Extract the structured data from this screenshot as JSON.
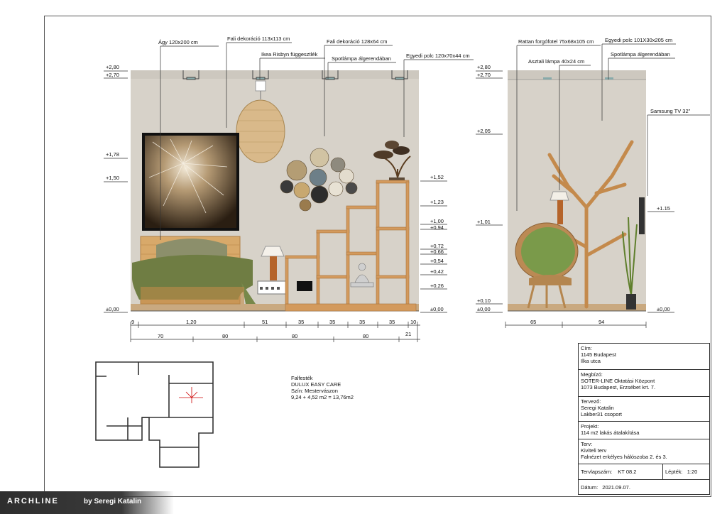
{
  "labels": {
    "agy": "Ágy 120x200 cm",
    "fali1": "Fali dekoráció 113x113 cm",
    "ikea": "Ikea Risbyn függesztlék",
    "fali2": "Fali dekoráció 128x64 cm",
    "spot1": "Spotlámpa álgerendában",
    "polc1": "Egyedi polc 120x70x44 cm",
    "rattan": "Rattan forgófotel 75x68x105 cm",
    "polc2": "Egyedi polc 101X30x205 cm",
    "lampa": "Asztali lámpa 40x24 cm",
    "spot2": "Spotlámpa álgerendában",
    "tv": "Samsung TV 32\""
  },
  "levels_left": [
    "+2,80",
    "+2,70",
    "+1,78",
    "+1,50",
    "±0,00"
  ],
  "levels_mid": [
    "+1,52",
    "+1,23",
    "+1,00",
    "+0,94",
    "+0,72",
    "+0,66",
    "+0,54",
    "+0,42",
    "+0,26",
    "±0,00"
  ],
  "levels_right_left": [
    "+2,80",
    "+2,70",
    "+2,05",
    "+1,01",
    "+0,10",
    "±0,00"
  ],
  "levels_right_right": [
    "+1.15",
    "±0,00"
  ],
  "dims_top_left": [
    "9",
    "1,20",
    "51",
    "35",
    "35",
    "35",
    "35",
    "10"
  ],
  "dims_bottom_left": [
    "70",
    "80",
    "80",
    "80",
    "21"
  ],
  "dims_right": [
    "65",
    "94"
  ],
  "paint": {
    "l1": "Falfesték",
    "l2": "DULUX EASY CARE",
    "l3": "Szín: Mestervászon",
    "l4": "9,24 + 4,52 m2 = 13,76m2"
  },
  "titleblock": {
    "cim_h": "Cím:",
    "cim_1": "1145 Budapest",
    "cim_2": "Ilka utca",
    "megb_h": "Megbízó:",
    "megb_1": "SOTER-LINE Oktatási Központ",
    "megb_2": "1073 Budapest, Erzsébet krt. 7.",
    "terv_h": "Tervező:",
    "terv_1": "Seregi Katalin",
    "terv_2": "Lakber31 csoport",
    "proj_h": "Projekt:",
    "proj_1": "114 m2 lakás átalakítása",
    "tv_h": "Terv:",
    "tv_1": "Kiviteli terv",
    "tv_2": "Falnézet erkélyes hálószoba 2. és 3.",
    "lap_h": "Tervlapszám:",
    "lap_v": "KT 08.2",
    "lep_h": "Lépték:",
    "lep_v": "1:20",
    "dat_h": "Dátum:",
    "dat_v": "2021.09.07."
  },
  "footer": {
    "brand": "ARCHLINE",
    "by": "by Seregi Katalin"
  },
  "colors": {
    "wall": "#d7d2c9",
    "wood": "#d39a5d",
    "floor": "#c9a980",
    "green": "#7c8a54"
  }
}
